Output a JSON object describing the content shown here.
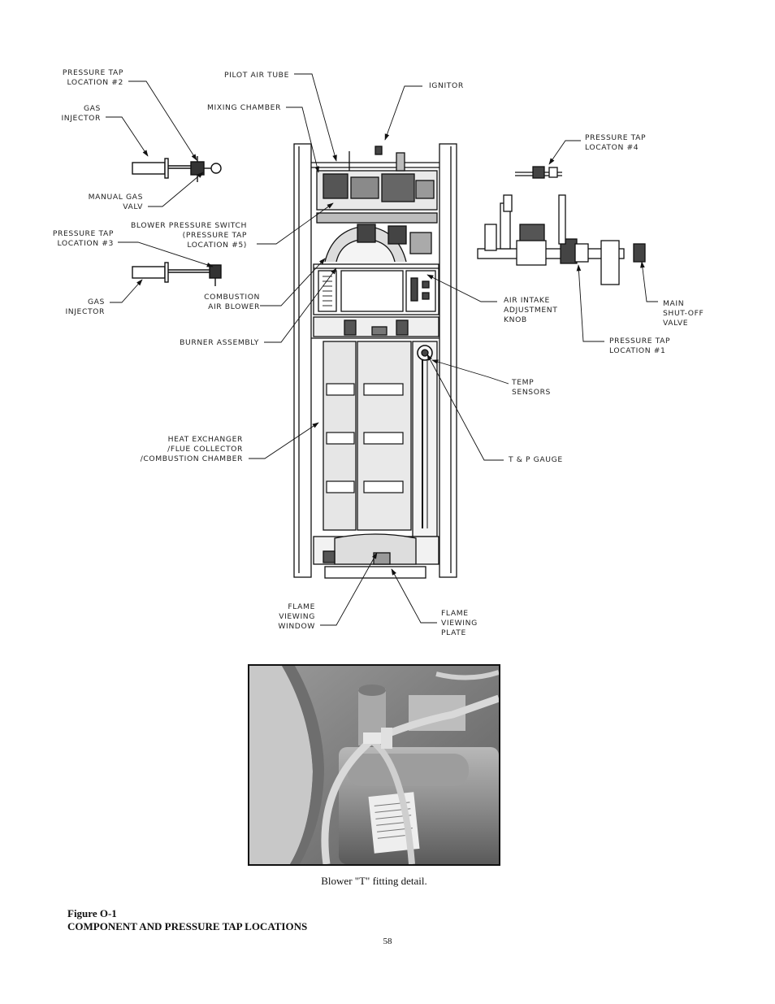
{
  "callouts": {
    "pressure_tap_2": [
      "PRESSURE TAP",
      "LOCATION #2"
    ],
    "gas_injector_top": [
      "GAS",
      "INJECTOR"
    ],
    "manual_gas_valve": [
      "MANUAL GAS",
      "VALV"
    ],
    "pressure_tap_3": [
      "PRESSURE TAP",
      "LOCATION #3"
    ],
    "gas_injector_bottom": [
      "GAS",
      "INJECTOR"
    ],
    "pilot_air_tube": [
      "PILOT AIR TUBE"
    ],
    "mixing_chamber": [
      "MIXING CHAMBER"
    ],
    "ignitor": [
      "IGNITOR"
    ],
    "blower_pressure_switch": [
      "BLOWER PRESSURE SWITCH",
      "(PRESSURE TAP",
      "LOCATION #5)"
    ],
    "combustion_air_blower": [
      "COMBUSTION",
      "AIR BLOWER"
    ],
    "burner_assembly": [
      "BURNER ASSEMBLY"
    ],
    "heat_exchanger": [
      "HEAT EXCHANGER",
      "/FLUE COLLECTOR",
      "/COMBUSTION CHAMBER"
    ],
    "flame_viewing_window": [
      "FLAME",
      "VIEWING",
      "WINDOW"
    ],
    "flame_viewing_plate": [
      "FLAME",
      "VIEWING",
      "PLATE"
    ],
    "pressure_tap_4": [
      "PRESSURE TAP",
      "LOCATON #4"
    ],
    "air_intake_knob": [
      "AIR INTAKE",
      "ADJUSTMENT",
      "KNOB"
    ],
    "main_shutoff_valve": [
      "MAIN",
      "SHUT-OFF",
      "VALVE"
    ],
    "pressure_tap_1": [
      "PRESSURE TAP",
      "LOCATION #1"
    ],
    "temp_sensors": [
      "TEMP",
      "SENSORS"
    ],
    "tp_gauge": [
      "T & P GAUGE"
    ]
  },
  "photo": {
    "caption": "Blower \"T\" fitting detail."
  },
  "figure": {
    "number": "Figure O-1",
    "title": "COMPONENT AND PRESSURE TAP LOCATIONS"
  },
  "page": {
    "number": "58"
  }
}
